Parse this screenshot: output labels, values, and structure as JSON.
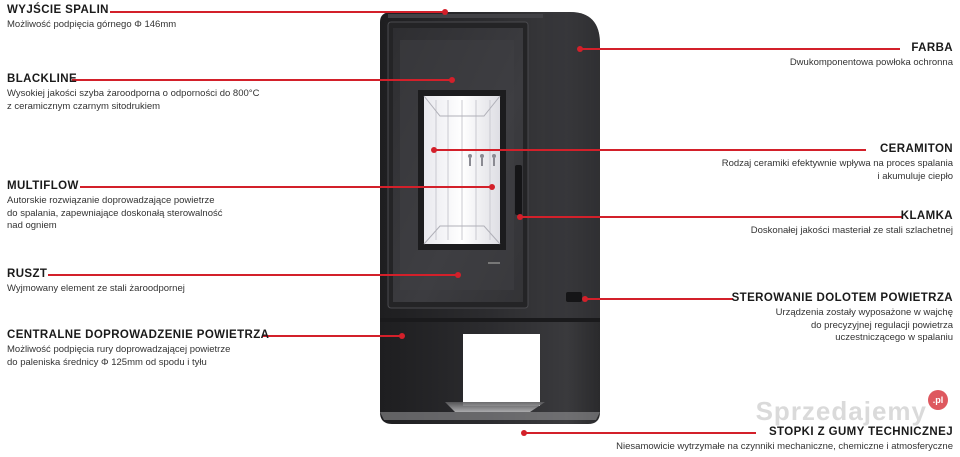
{
  "features": {
    "wyjscie_spalin": {
      "title": "WYJŚCIE SPALIN",
      "desc": "Możliwość podpięcia górnego Φ 146mm"
    },
    "blackline": {
      "title": "BLACKLINE",
      "desc": [
        "Wysokiej jakości szyba żaroodporna o odporności do 800°C",
        "z ceramicznym czarnym sitodrukiem"
      ]
    },
    "multiflow": {
      "title": "MULTIFLOW",
      "desc": [
        "Autorskie rozwiązanie doprowadzające powietrze",
        "do spalania, zapewniające doskonałą sterowalność",
        "nad ogniem"
      ]
    },
    "ruszt": {
      "title": "RUSZT",
      "desc": "Wyjmowany element ze stali żaroodpornej"
    },
    "centralne": {
      "title": "CENTRALNE DOPROWADZENIE POWIETRZA",
      "desc": [
        "Możliwość podpięcia rury doprowadzającej powietrze",
        "do paleniska średnicy Φ 125mm od spodu i tyłu"
      ]
    },
    "farba": {
      "title": "FARBA",
      "desc": "Dwukomponentowa powłoka ochronna"
    },
    "ceramiton": {
      "title": "CERAMITON",
      "desc": [
        "Rodzaj ceramiki efektywnie wpływa na proces spalania",
        "i akumuluje ciepło"
      ]
    },
    "klamka": {
      "title": "KLAMKA",
      "desc": "Doskonałej jakości masteriał ze stali szlachetnej"
    },
    "sterowanie": {
      "title": "STEROWANIE DOLOTEM POWIETRZA",
      "desc": [
        "Urządzenia zostały wyposażone w wajchę",
        "do precyzyjnej regulacji powietrza",
        "uczestniczącego w spalaniu"
      ]
    },
    "stopki": {
      "title": "STOPKI Z GUMY TECHNICZNEJ",
      "desc": "Niesamowicie wytrzymałe na czynniki mechaniczne, chemiczne i atmosferyczne"
    }
  },
  "watermark": {
    "text": "Sprzedajemy",
    "badge": ".pl"
  },
  "colors": {
    "accent": "#d3202a",
    "stove_body": "#2b2b2d",
    "glass": "#3a3a3d"
  }
}
